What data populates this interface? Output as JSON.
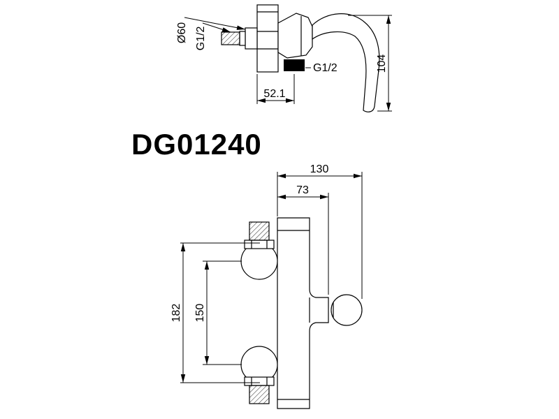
{
  "model": "DG01240",
  "side_view": {
    "dim_flange_diameter": "Ø60",
    "dim_inlet_thread": "G1/2",
    "dim_outlet_thread": "G1/2",
    "dim_offset": "52.1",
    "dim_height": "104"
  },
  "front_view": {
    "dim_width_overall": "130",
    "dim_width_body": "73",
    "dim_height_overall": "182",
    "dim_height_centers": "150"
  },
  "colors": {
    "ink": "#000000",
    "background": "#ffffff"
  }
}
